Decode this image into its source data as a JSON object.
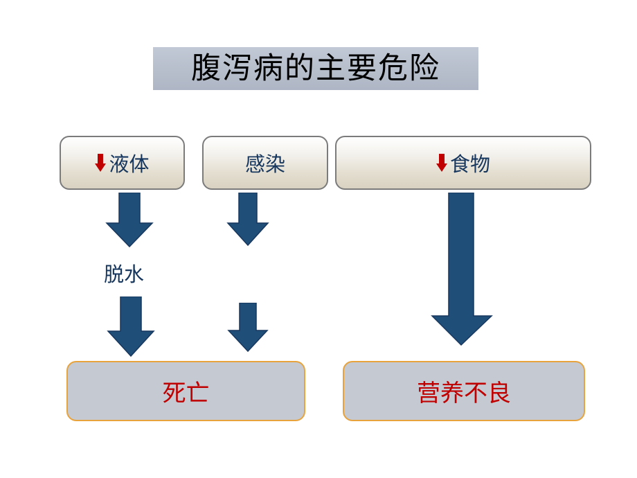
{
  "slide": {
    "title": "腹泻病的主要危险",
    "top_boxes": [
      {
        "id": "box-fluid",
        "label": "液体",
        "has_red_down_arrow": true,
        "text_color": "#16365d"
      },
      {
        "id": "box-infect",
        "label": "感染",
        "has_red_down_arrow": false,
        "text_color": "#16365d"
      },
      {
        "id": "box-food",
        "label": "食物",
        "has_red_down_arrow": true,
        "text_color": "#16365d"
      }
    ],
    "middle_text": "脱水",
    "bottom_boxes": [
      {
        "id": "box-death",
        "label": "死亡",
        "text_color": "#c00000"
      },
      {
        "id": "box-malnutrition",
        "label": "营养不良",
        "text_color": "#c00000"
      }
    ],
    "arrows": [
      {
        "name": "arrow-fluid-to-dehydration",
        "direction": "down"
      },
      {
        "name": "arrow-infection-to-death",
        "direction": "down"
      },
      {
        "name": "arrow-dehydration-to-death",
        "direction": "down"
      },
      {
        "name": "arrow-infection-lower-to-death",
        "direction": "down"
      },
      {
        "name": "arrow-food-to-malnutrition",
        "direction": "down"
      }
    ],
    "colors": {
      "title_band": "#b9c0cd",
      "arrow_fill": "#1f4e79",
      "arrow_stroke": "#17375e",
      "red_arrow": "#c00000",
      "label_blue": "#16365d",
      "label_red": "#c00000",
      "bottom_box_fill": "#c5c9d1",
      "bottom_box_border": "#e8a33d",
      "top_box_border": "#7b7b7b"
    }
  }
}
